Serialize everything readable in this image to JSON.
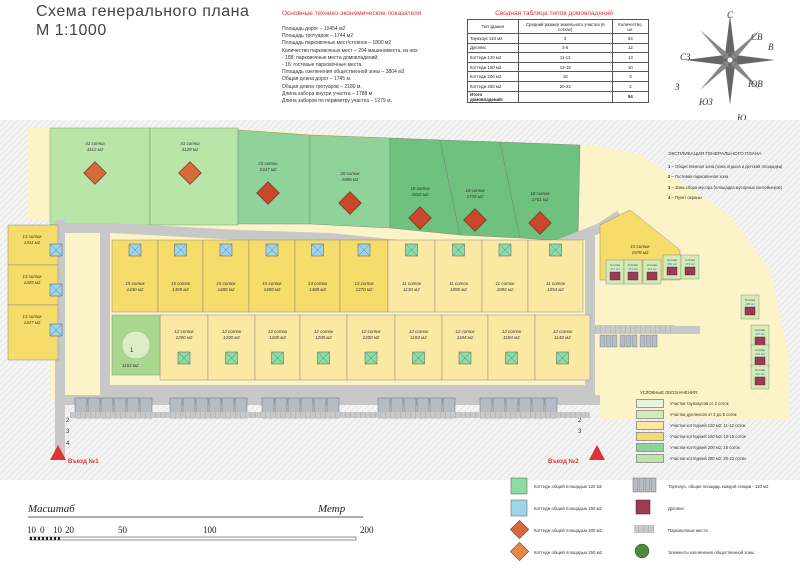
{
  "title": [
    "Схема генерального плана",
    "М 1:1000"
  ],
  "indicators": {
    "heading": "Основные технико-экономические показатели",
    "lines": [
      "Площадь дорог – 10454 м2",
      "Площадь тротуаров – 1744 м2",
      "Площадь парковочных мест/стоянок – 1890 м2",
      "Количество парковочных мест – 204 машиноместа, из них:",
      "- 188: парковочные места домовладений;",
      "- 16: гостевые парковочные места.",
      "Площадь озеленения общественной зоны – 3804 м2",
      "Общая длина дорог – 1745 м.",
      "Общая длина тротуаров – 2180 м.",
      "Длина забора внутри участка – 1788 м",
      "Длина заборов по периметру участка – 1279 м."
    ]
  },
  "summary": {
    "heading": "Сводная таблица типов домовладений",
    "columns": [
      "Тип здания",
      "Средний размер земельного участка (в сотках)",
      "Количество, шт."
    ],
    "rows": [
      [
        "Таунхаус 110 м2",
        "2",
        "54"
      ],
      [
        "Дуплекс",
        "3-5",
        "12"
      ],
      [
        "Коттедж 120 м2",
        "11-12",
        "13"
      ],
      [
        "Коттедж 150 м2",
        "13-15",
        "10"
      ],
      [
        "Коттедж 200 м2",
        "18",
        "3"
      ],
      [
        "Коттедж 250 м2",
        "20-23",
        "2"
      ],
      [
        "Итого домовладений:",
        "",
        "94"
      ]
    ]
  },
  "compass": [
    "С",
    "СВ",
    "В",
    "ЮВ",
    "Ю",
    "ЮЗ",
    "З",
    "СЗ"
  ],
  "explication": {
    "heading": "ЭКСПЛИКАЦИЯ ГЕНЕРАЛЬНОГО ПЛАНА",
    "items": [
      {
        "num": "1",
        "text": "– Общественная зона (зона отдыха и детская площадка)"
      },
      {
        "num": "2",
        "text": "– Гостевая парковочная зона"
      },
      {
        "num": "3",
        "text": "– Зона сбора мусора (площадка мусорных контейнеров)"
      },
      {
        "num": "4",
        "text": "– Пункт охраны"
      }
    ]
  },
  "legend": {
    "heading": "УСЛОВНЫЕ ОБОЗНАЧЕНИЯ:",
    "items": [
      {
        "color": "#e8f5dc",
        "label": "Участки таунхаусов от 2 соток"
      },
      {
        "color": "#d4ebb8",
        "label": "Участки дуплексов от 3 до 5 соток"
      },
      {
        "color": "#fbe9a3",
        "label": "Участки коттеджей 120 м2; 11-12 соток"
      },
      {
        "color": "#f6dc6a",
        "label": "Участки коттеджей 150 м2; 13-15 соток"
      },
      {
        "color": "#8fd39a",
        "label": "Участки коттеджей 200 м2; 18 соток"
      },
      {
        "color": "#b9e6a8",
        "label": "Участки коттеджей 250 м2; 20-23 сотки"
      }
    ]
  },
  "buildings_legend": [
    "Коттедж общей площадью 120 м2",
    "Коттедж общей площадью 150 м2",
    "Коттедж общей площадью 200 м2",
    "Коттедж общей площадью 250 м2"
  ],
  "other_legend": [
    "Таунхаус, общая площадь каждой секции - 110 м2",
    "Дуплекс",
    "Парковочные места",
    "Элементы озеленения общественной зоны"
  ],
  "entrances": [
    "Въезд №1",
    "Въезд №2"
  ],
  "scale": {
    "label": "Масштаб",
    "unit": "Метр",
    "ticks": [
      "10",
      "0",
      "10",
      "20",
      "50",
      "100",
      "200"
    ]
  },
  "plots_big": [
    {
      "name": "41 сотка",
      "area": "4112 м2"
    },
    {
      "name": "41 сотка",
      "area": "4129 м2"
    },
    {
      "name": "23 сотки",
      "area": "2347 м2"
    },
    {
      "name": "20 соток",
      "area": "1986 м2"
    },
    {
      "name": "18 соток",
      "area": "1810 м2"
    },
    {
      "name": "18 соток",
      "area": "1778 м2"
    },
    {
      "name": "18 соток",
      "area": "1761 м2"
    }
  ],
  "plots_left": [
    {
      "name": "13 соток",
      "area": "1311 м2"
    },
    {
      "name": "13 соток",
      "area": "1325 м2"
    },
    {
      "name": "13 соток",
      "area": "1327 м2"
    }
  ],
  "plots_row1": [
    {
      "name": "15 соток",
      "area": "1440 м2"
    },
    {
      "name": "15 соток",
      "area": "1499 м2"
    },
    {
      "name": "15 соток",
      "area": "1485 м2"
    },
    {
      "name": "15 соток",
      "area": "1485 м2"
    },
    {
      "name": "14 соток",
      "area": "1408 м2"
    },
    {
      "name": "13 соток",
      "area": "1270 м2"
    },
    {
      "name": "11 соток",
      "area": "1130 м2"
    },
    {
      "name": "11 соток",
      "area": "1095 м2"
    },
    {
      "name": "11 соток",
      "area": "1095 м2"
    },
    {
      "name": "11 соток",
      "area": "1054 м2"
    }
  ],
  "plots_row2": [
    {
      "name": "12 соток",
      "area": "1200 м2"
    },
    {
      "name": "12 соток",
      "area": "1200 м2"
    },
    {
      "name": "12 соток",
      "area": "1200 м2"
    },
    {
      "name": "12 соток",
      "area": "1200 м2"
    },
    {
      "name": "12 соток",
      "area": "1200 м2"
    },
    {
      "name": "12 соток",
      "area": "1184 м2"
    },
    {
      "name": "12 соток",
      "area": "1184 м2"
    },
    {
      "name": "12 соток",
      "area": "1184 м2"
    },
    {
      "name": "12 соток",
      "area": "1140 м2"
    }
  ],
  "plot_east": {
    "name": "15 соток",
    "area": "1578 м2"
  },
  "public_zone": {
    "num": "1",
    "area": "1153 м2"
  },
  "duplex_plots": [
    {
      "name": "3 сотки",
      "area": "317 м2"
    },
    {
      "name": "3 сотки",
      "area": "313 м2"
    },
    {
      "name": "3 сотки",
      "area": "319 м2"
    },
    {
      "name": "4 сотки",
      "area": "360 м2"
    },
    {
      "name": "4 сотки",
      "area": "374 м2"
    },
    {
      "name": "5 соток",
      "area": "498 м2"
    },
    {
      "name": "4 сотки",
      "area": "407 м2"
    },
    {
      "name": "4 сотки",
      "area": "441 м2"
    },
    {
      "name": "3 сотки",
      "area": "310 м2"
    }
  ],
  "zone_numbers": [
    "2",
    "3",
    "4",
    "2",
    "3"
  ]
}
